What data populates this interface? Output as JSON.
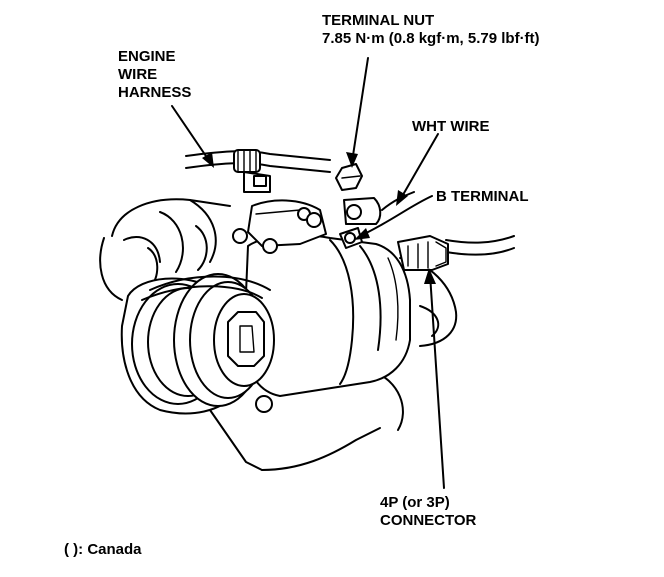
{
  "labels": {
    "terminal_nut_title": "TERMINAL NUT",
    "terminal_nut_torque": "7.85 N·m (0.8 kgf·m, 5.79 lbf·ft)",
    "harness_line1": "ENGINE",
    "harness_line2": "WIRE",
    "harness_line3": "HARNESS",
    "wht_wire": "WHT WIRE",
    "b_terminal": "B TERMINAL",
    "connector_line1": "4P (or 3P)",
    "connector_line2": "CONNECTOR",
    "footnote": "(  ): Canada"
  }
}
